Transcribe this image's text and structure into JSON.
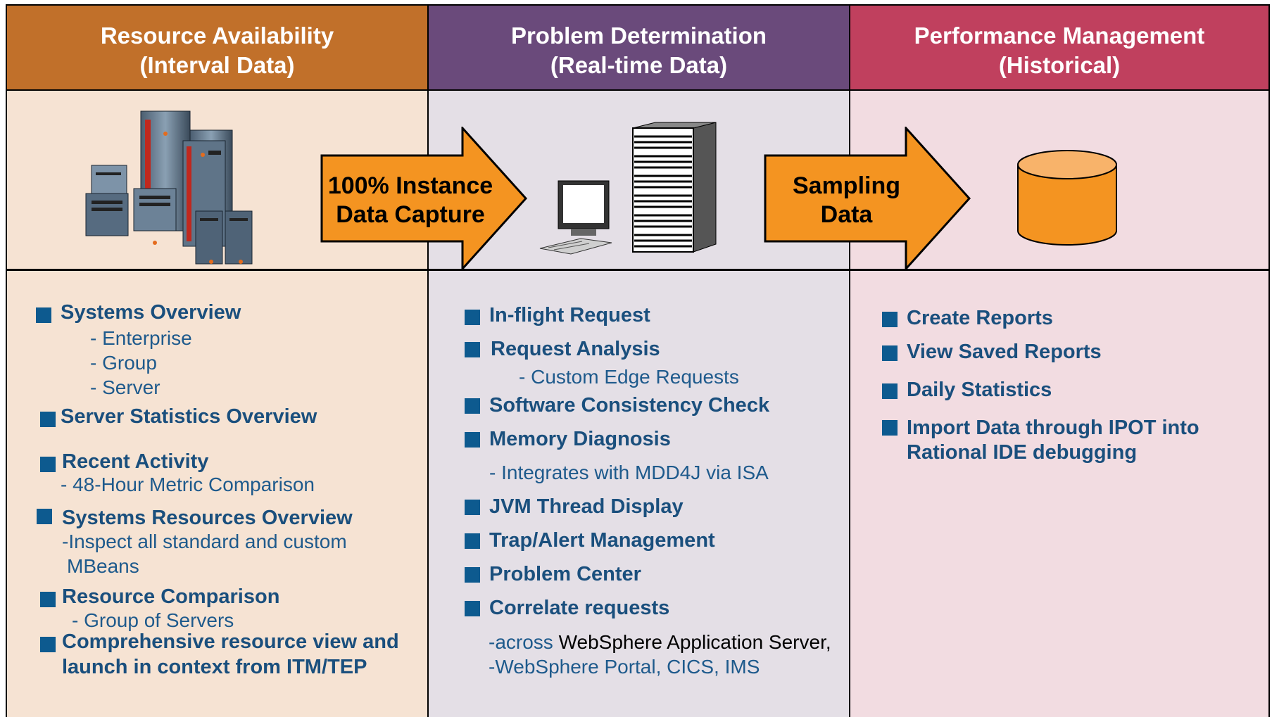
{
  "colors": {
    "col1_header": "#c1702a",
    "col2_header": "#6a4a7b",
    "col3_header": "#c0405e",
    "col1_bg": "#f6e3d3",
    "col2_bg": "#e4dfe6",
    "col3_bg": "#f2dce1",
    "arrow": "#f49421",
    "bullet": "#0d5a8f",
    "text": "#1a4f7d"
  },
  "columns": [
    {
      "title_line1": "Resource Availability",
      "title_line2": "(Interval Data)"
    },
    {
      "title_line1": "Problem Determination",
      "title_line2": "(Real-time Data)"
    },
    {
      "title_line1": "Performance Management",
      "title_line2": "(Historical)"
    }
  ],
  "arrows": [
    {
      "line1": "100% Instance",
      "line2": "Data Capture"
    },
    {
      "line1": "Sampling",
      "line2": "Data"
    }
  ],
  "icons": [
    "server-cluster-icon",
    "workstation-icon",
    "server-tower-icon",
    "database-icon"
  ],
  "col1": {
    "systems_overview": "Systems Overview",
    "enterprise": "- Enterprise",
    "group": "- Group",
    "server": "- Server",
    "server_stats": "Server Statistics Overview",
    "recent_activity": "Recent Activity",
    "metric_comparison": "- 48-Hour Metric Comparison",
    "systems_resources": "Systems Resources Overview",
    "inspect_line1": "-Inspect all standard and custom",
    "inspect_line2": "MBeans",
    "resource_comparison": "Resource Comparison",
    "group_of_servers": "- Group of Servers",
    "comprehensive_line1": "Comprehensive resource view  and",
    "comprehensive_line2": "launch in context  from ITM/TEP"
  },
  "col2": {
    "inflight": "In-flight Request",
    "request_analysis": "Request Analysis",
    "custom_edge": "- Custom Edge Requests",
    "software_consistency": "Software Consistency Check",
    "memory_diagnosis": "Memory Diagnosis",
    "integrates": "- Integrates with MDD4J via ISA",
    "jvm_thread": "JVM Thread Display",
    "trap_alert": "Trap/Alert Management",
    "problem_center": "Problem Center",
    "correlate": "Correlate requests",
    "across_prefix": "-across ",
    "across_rest": "WebSphere Application Server,",
    "websphere_portal": "-WebSphere Portal, CICS, IMS"
  },
  "col3": {
    "create_reports": "Create Reports",
    "view_saved": "View Saved Reports",
    "daily_stats": "Daily Statistics",
    "import_line1": "Import Data through IPOT into",
    "import_line2": "Rational IDE debugging"
  }
}
